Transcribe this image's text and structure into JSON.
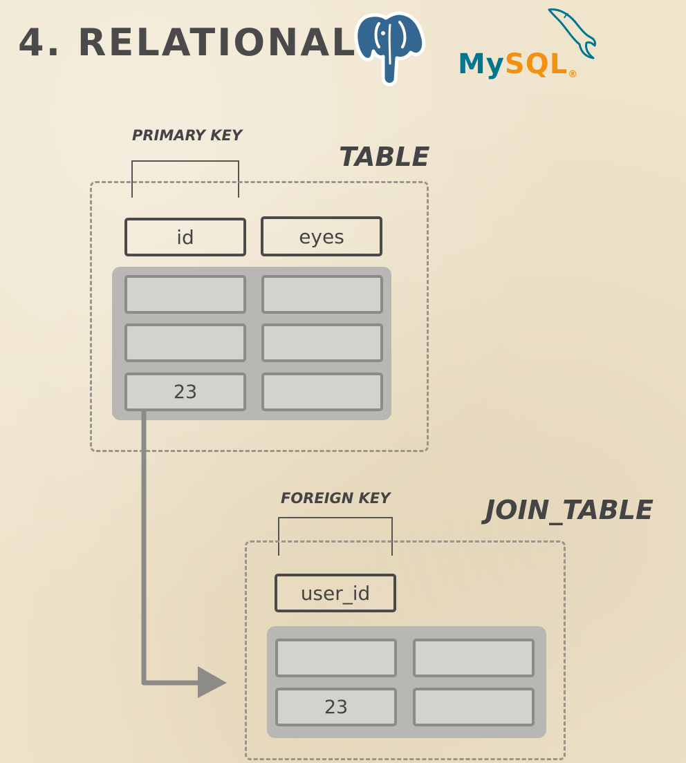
{
  "heading": "4. RELATIONAL",
  "logos": {
    "postgresql": {
      "icon": "elephant-icon",
      "color": "#336791"
    },
    "mysql": {
      "text": "MySQL",
      "icon": "dolphin-icon",
      "colors": {
        "my": "#00758f",
        "sql": "#f29111"
      }
    }
  },
  "table": {
    "name": "TABLE",
    "primary_key_label": "PRIMARY KEY",
    "columns": [
      "id",
      "eyes"
    ],
    "rows": [
      [
        "",
        ""
      ],
      [
        "",
        ""
      ],
      [
        "23",
        ""
      ]
    ]
  },
  "join_table": {
    "name": "JOIN_TABLE",
    "foreign_key_label": "FOREIGN KEY",
    "columns": [
      "user_id"
    ],
    "rows": [
      [
        "",
        ""
      ],
      [
        "23",
        ""
      ]
    ]
  },
  "colors": {
    "background": "#efe4cc",
    "heading": "#4a4a4a",
    "arrow": "#8d8b87"
  }
}
